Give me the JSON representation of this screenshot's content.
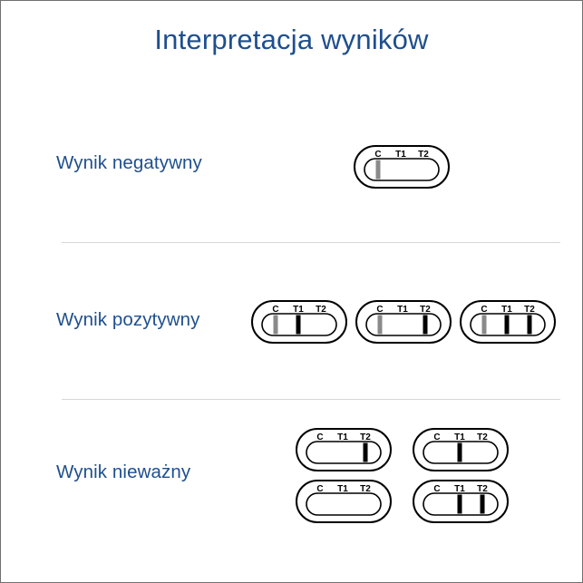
{
  "title": "Interpretacja wyników",
  "colors": {
    "heading": "#1e4f8e",
    "control_line": "#8a8a8a",
    "test_line": "#000000",
    "divider": "#d6d6d6"
  },
  "line_labels": [
    "C",
    "T1",
    "T2"
  ],
  "sections": [
    {
      "label": "Wynik negatywny",
      "cassettes": [
        {
          "lines": [
            "C"
          ]
        }
      ]
    },
    {
      "label": "Wynik pozytywny",
      "cassettes": [
        {
          "lines": [
            "C",
            "T1"
          ]
        },
        {
          "lines": [
            "C",
            "T2"
          ]
        },
        {
          "lines": [
            "C",
            "T1",
            "T2"
          ]
        }
      ]
    },
    {
      "label": "Wynik nieważny",
      "cassettes": [
        {
          "lines": [
            "T2"
          ]
        },
        {
          "lines": [
            "T1"
          ]
        },
        {
          "lines": []
        },
        {
          "lines": [
            "T1",
            "T2"
          ]
        }
      ]
    }
  ]
}
